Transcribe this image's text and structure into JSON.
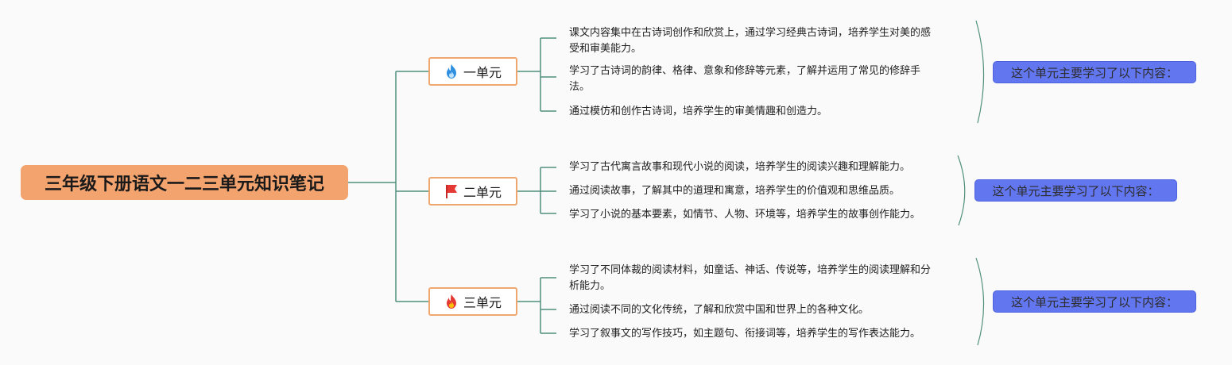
{
  "root_title": "三年级下册语文一二三单元知识笔记",
  "colors": {
    "root_fill": "#f3a36e",
    "unit_border": "#f0a66f",
    "connector": "#4f8f7c",
    "summary_fill": "#6276f0"
  },
  "units": [
    {
      "label": "一单元",
      "icon": "fire-icon-blue",
      "points": [
        [
          "课文内容集中在古诗词创作和欣赏上，通过学习经典古诗词，培养学生对美的感",
          "受和审美能力。"
        ],
        [
          "学习了古诗词的韵律、格律、意象和修辞等元素，了解并运用了常见的修辞手",
          "法。"
        ],
        [
          "通过模仿和创作古诗词，培养学生的审美情趣和创造力。"
        ]
      ],
      "summary": "这个单元主要学习了以下内容："
    },
    {
      "label": "二单元",
      "icon": "red-flag-icon",
      "points": [
        [
          "学习了古代寓言故事和现代小说的阅读，培养学生的阅读兴趣和理解能力。"
        ],
        [
          "通过阅读故事，了解其中的道理和寓意，培养学生的价值观和思维品质。"
        ],
        [
          "学习了小说的基本要素，如情节、人物、环境等，培养学生的故事创作能力。"
        ]
      ],
      "summary": "这个单元主要学习了以下内容："
    },
    {
      "label": "三单元",
      "icon": "fire-icon-red",
      "points": [
        [
          "学习了不同体裁的阅读材料，如童话、神话、传说等，培养学生的阅读理解和分",
          "析能力。"
        ],
        [
          "通过阅读不同的文化传统，了解和欣赏中国和世界上的各种文化。"
        ],
        [
          "学习了叙事文的写作技巧，如主题句、衔接词等，培养学生的写作表达能力。"
        ]
      ],
      "summary": "这个单元主要学习了以下内容："
    }
  ]
}
